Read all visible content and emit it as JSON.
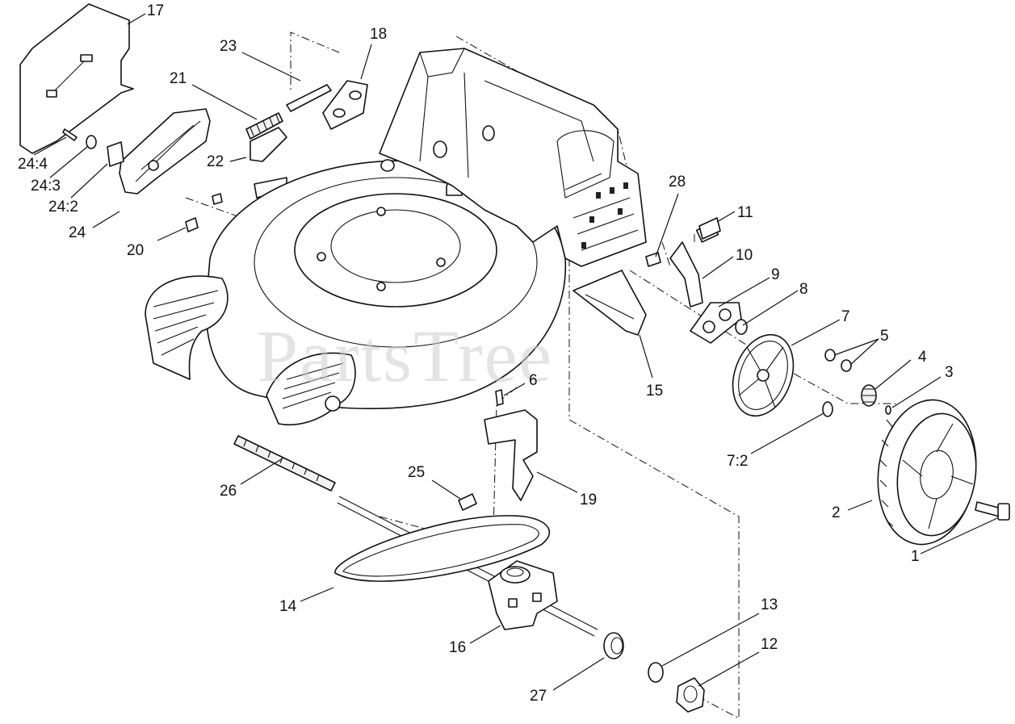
{
  "watermark": "PartsTree",
  "callouts": {
    "c1": "1",
    "c2": "2",
    "c3": "3",
    "c4": "4",
    "c5": "5",
    "c6": "6",
    "c7": "7",
    "c7_2": "7:2",
    "c8": "8",
    "c9": "9",
    "c10": "10",
    "c11": "11",
    "c12": "12",
    "c13": "13",
    "c14": "14",
    "c15": "15",
    "c16": "16",
    "c17": "17",
    "c18": "18",
    "c19": "19",
    "c20": "20",
    "c21": "21",
    "c22": "22",
    "c23": "23",
    "c24": "24",
    "c24_2": "24:2",
    "c24_3": "24:3",
    "c24_4": "24:4",
    "c25": "25",
    "c26": "26",
    "c27": "27",
    "c28": "28"
  },
  "colors": {
    "line": "#111111",
    "watermark": "#cfcfcf",
    "background": "#ffffff"
  }
}
